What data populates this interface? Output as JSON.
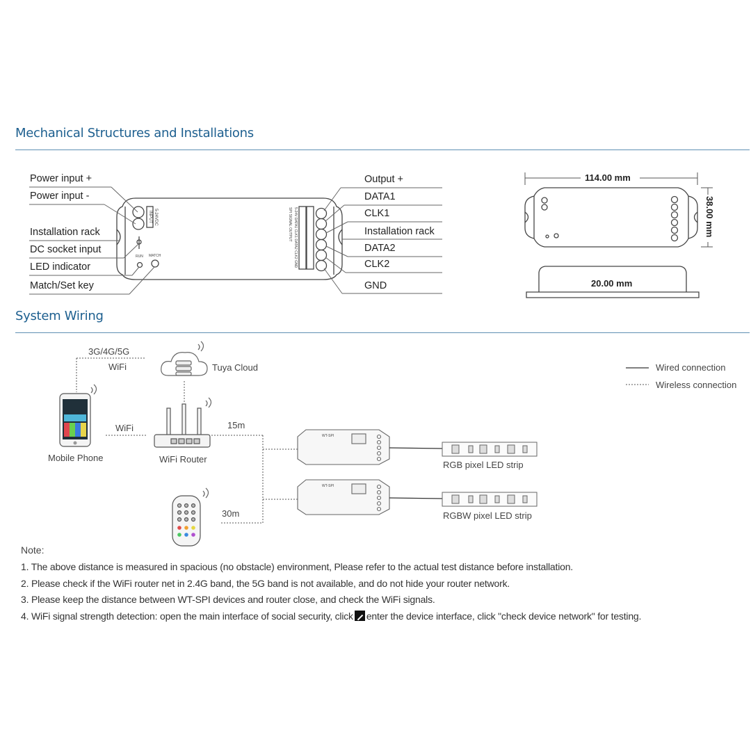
{
  "sections": {
    "mechanical_title": "Mechanical Structures and Installations",
    "wiring_title": "System Wiring"
  },
  "controller": {
    "left_labels": [
      "Power input +",
      "Power input -",
      "Installation rack",
      "DC socket input",
      "LED indicator",
      "Match/Set key"
    ],
    "right_labels": [
      "Output +",
      "DATA1",
      "CLK1",
      "Installation rack",
      "DATA2",
      "CLK2",
      "GND"
    ],
    "body_text": {
      "input": "INPUT",
      "voltage": "5-24VDC",
      "run": "RUN",
      "match": "MATCH",
      "spi_output": "SPI SIGNAL OUTPUT",
      "pins": "5-24V DATA1 CLK1 DATA2 CLK2 GND"
    }
  },
  "dimensions": {
    "length": "114.00 mm",
    "width": "38.00 mm",
    "height": "20.00 mm"
  },
  "wiring": {
    "network_label": "3G/4G/5G",
    "wifi_label_top": "WiFi",
    "cloud_label": "Tuya Cloud",
    "wifi_label_mid": "WiFi",
    "phone_label": "Mobile Phone",
    "router_label": "WiFi Router",
    "distance_1": "15m",
    "distance_2": "30m",
    "strip_1_label": "RGB pixel LED strip",
    "strip_2_label": "RGBW pixel LED strip",
    "device_brand": "WT-SPI",
    "legend": {
      "wired": "Wired connection",
      "wireless": "Wireless connection"
    }
  },
  "notes": {
    "heading": "Note:",
    "items": [
      "1. The above distance is measured in spacious (no obstacle) environment, Please refer to the actual test distance before installation.",
      "2. Please check if the WiFi router net in 2.4G band, the 5G band is not available, and do not hide your router network.",
      "3. Please keep the distance between WT-SPI devices and router close, and check the WiFi signals.",
      "4. WiFi signal strength detection: open the main interface of social security, click",
      "enter the device interface, click \"check device network\" for testing."
    ]
  },
  "colors": {
    "heading": "#1d5f8f",
    "rule": "#5e8fb3",
    "line": "#555555"
  }
}
